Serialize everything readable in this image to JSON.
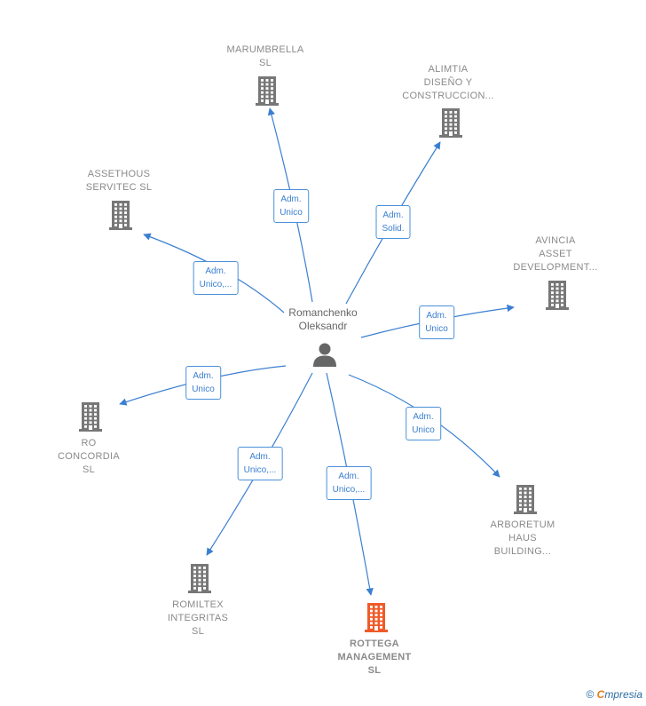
{
  "center": {
    "name": "Romanchenko\nOleksandr"
  },
  "companies": [
    {
      "id": "marumbrella",
      "name": "MARUMBRELLA\nSL",
      "role": "Adm.\nUnico",
      "highlight": false
    },
    {
      "id": "alimtia",
      "name": "ALIMTIA\nDISEÑO Y\nCONSTRUCCION...",
      "role": "Adm.\nSolid.",
      "highlight": false
    },
    {
      "id": "assethous",
      "name": "ASSETHOUS\nSERVITEC  SL",
      "role": "Adm.\nUnico,...",
      "highlight": false
    },
    {
      "id": "avincia",
      "name": "AVINCIA\nASSET\nDEVELOPMENT...",
      "role": "Adm.\nUnico",
      "highlight": false
    },
    {
      "id": "ro-concordia",
      "name": "RO\nCONCORDIA\nSL",
      "role": "Adm.\nUnico",
      "highlight": false
    },
    {
      "id": "arboretum",
      "name": "ARBORETUM\nHAUS\nBUILDING...",
      "role": "Adm.\nUnico",
      "highlight": false
    },
    {
      "id": "romiltex",
      "name": "ROMILTEX\nINTEGRITAS\nSL",
      "role": "Adm.\nUnico,...",
      "highlight": false
    },
    {
      "id": "rottega",
      "name": "ROTTEGA\nMANAGEMENT\nSL",
      "role": "Adm.\nUnico,...",
      "highlight": true
    }
  ],
  "colors": {
    "edge": "#3a7fd0",
    "building": "#777777",
    "highlight_building": "#f05a28",
    "person": "#666666"
  },
  "footer": {
    "copyright": "©",
    "brand_first": "C",
    "brand_rest": "mpresia"
  }
}
